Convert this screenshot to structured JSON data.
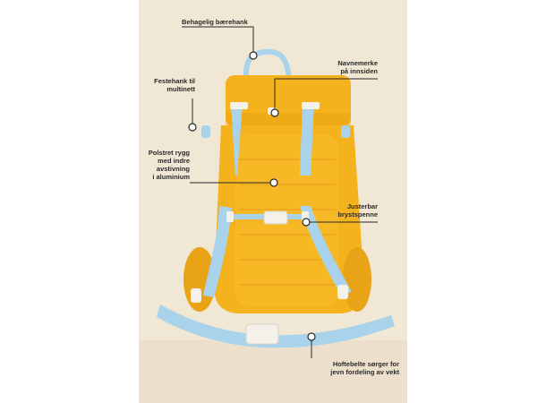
{
  "callouts": [
    {
      "id": "carry-handle",
      "lines": [
        "Behagelig bærehank"
      ]
    },
    {
      "id": "name-tag",
      "lines": [
        "Navnemerke",
        "på innsiden"
      ]
    },
    {
      "id": "attach-handle",
      "lines": [
        "Festehank til",
        "multinett"
      ]
    },
    {
      "id": "padded-back",
      "lines": [
        "Polstret rygg",
        "med indre",
        "avstivning",
        "i aluminium"
      ]
    },
    {
      "id": "chest-buckle",
      "lines": [
        "Justerbar",
        "brystspenne"
      ]
    },
    {
      "id": "hip-belt",
      "lines": [
        "Hoftebelte sørger for",
        "jevn fordeling av vekt"
      ]
    }
  ],
  "colors": {
    "backdrop": "#f1e7d5",
    "bag": "#f4b21c",
    "bag_dark": "#e49a12",
    "strap": "#a9d3ea",
    "strap_dark": "#8fc0dc",
    "buckle": "#f4f1ea",
    "line": "#2a2a2a"
  }
}
